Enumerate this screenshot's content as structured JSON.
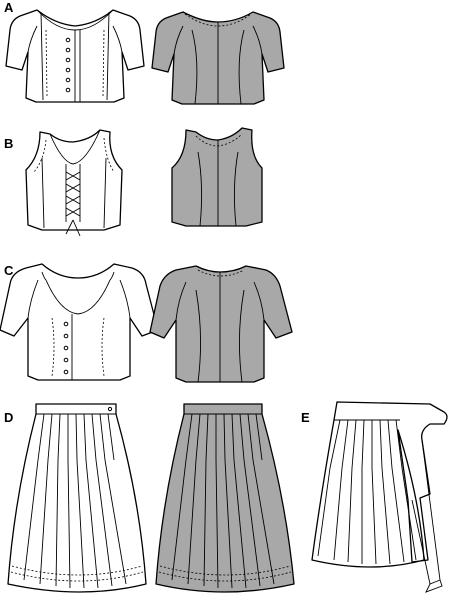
{
  "views": [
    {
      "id": "A",
      "label": "A"
    },
    {
      "id": "B",
      "label": "B"
    },
    {
      "id": "C",
      "label": "C"
    },
    {
      "id": "D",
      "label": "D"
    },
    {
      "id": "E",
      "label": "E"
    }
  ],
  "colors": {
    "line": "#000000",
    "front_fill": "#ffffff",
    "back_fill": "#a8a8a8"
  }
}
